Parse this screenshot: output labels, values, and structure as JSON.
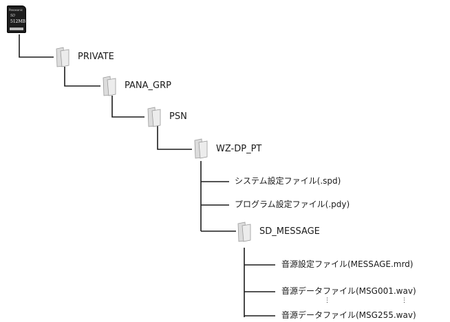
{
  "sd_card": {
    "brand": "Panasonic",
    "logo": "SD",
    "capacity": "512MB",
    "icon": "sd-card-icon"
  },
  "folders": {
    "private": "PRIVATE",
    "pana_grp": "PANA_GRP",
    "psn": "PSN",
    "wz_dp_pt": "WZ-DP_PT",
    "sd_message": "SD_MESSAGE"
  },
  "files": {
    "system_settings": "システム設定ファイル(.spd)",
    "program_settings": "プログラム設定ファイル(.pdy)",
    "sound_settings": "音源設定ファイル(MESSAGE.mrd)",
    "sound_data_first": "音源データファイル(MSG001.wav)",
    "sound_data_last": "音源データファイル(MSG255.wav)"
  },
  "ellipsis": "⋮",
  "colors": {
    "line": "#1a1a1a",
    "folder_light": "#e9e9e9",
    "folder_dark": "#bdbdbd"
  }
}
